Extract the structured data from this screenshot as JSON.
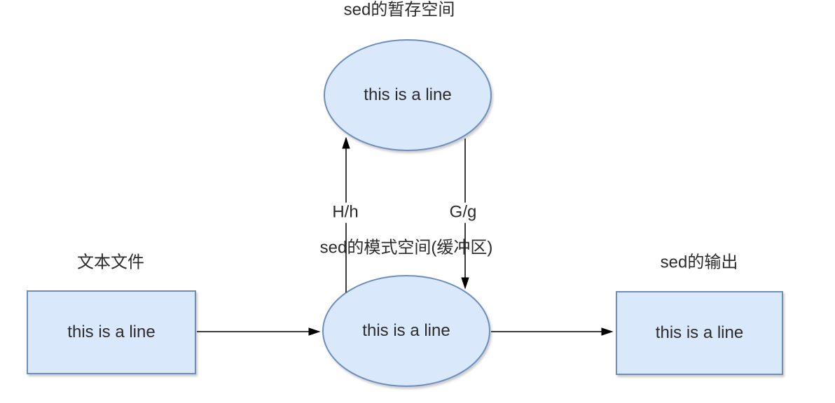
{
  "diagram": {
    "nodes": {
      "text_file": {
        "title": "文本文件",
        "label": "this is a line"
      },
      "hold_space": {
        "title": "sed的暂存空间",
        "label": "this is a line"
      },
      "pattern_space": {
        "title": "sed的模式空间(缓冲区)",
        "label": "this is a line"
      },
      "output": {
        "title": "sed的输出",
        "label": "this is a line"
      }
    },
    "edges": {
      "pattern_to_hold": {
        "label": "H/h"
      },
      "hold_to_pattern": {
        "label": "G/g"
      }
    },
    "colors": {
      "node_fill": "#dae8fc",
      "node_stroke": "#6c8ebf",
      "edge_stroke": "#3c3c3c",
      "arrowhead": "#000000",
      "text": "#2b2b2b",
      "background": "#ffffff"
    }
  }
}
